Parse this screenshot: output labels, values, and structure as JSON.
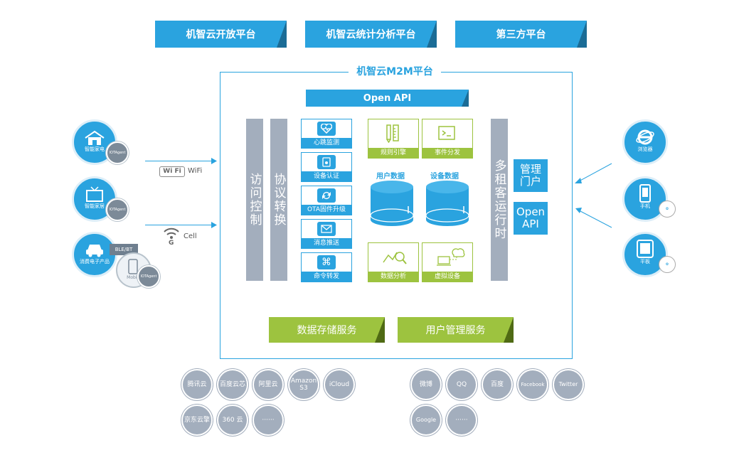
{
  "top_platforms": [
    "机智云开放平台",
    "机智云统计分析平台",
    "第三方平台"
  ],
  "main_title": "机智云M2M平台",
  "open_api_label": "Open API",
  "columns": {
    "access_control": "访问控制",
    "protocol_convert": "协议转换",
    "multi_tenant": "多租客运行时"
  },
  "services": [
    "心跳监测",
    "设备认证",
    "OTA固件升级",
    "消息推送",
    "命令转发"
  ],
  "green_services_top": [
    "规则引擎",
    "事件分发"
  ],
  "green_services_bottom": [
    "数据分析",
    "虚拟设备"
  ],
  "databases": [
    "用户数据",
    "设备数据"
  ],
  "bottom_bars": [
    "数据存储服务",
    "用户管理服务"
  ],
  "right_panel": {
    "portal": "管理门户",
    "api": "Open API"
  },
  "left_devices": [
    {
      "label": "智能家电",
      "agent": "IOTAgent"
    },
    {
      "label": "智能家居",
      "agent": "IOTAgent"
    },
    {
      "label": "消费电子产品",
      "agent": "IOTAgent",
      "extra": "BLE/BT",
      "mobile": "Mobile"
    }
  ],
  "connections": {
    "wifi": "WiFi",
    "wifi_logo": "Wi Fi",
    "cell": "Cell",
    "cell_g": "G"
  },
  "right_devices": [
    {
      "label": "浏览器"
    },
    {
      "label": "手机"
    },
    {
      "label": "平板"
    }
  ],
  "cloud_providers": [
    "腾讯云",
    "百度云芯",
    "阿里云",
    "Amazon S3",
    "iCloud",
    "京东云擎",
    "360 云",
    "······"
  ],
  "social_providers": [
    "微博",
    "QQ",
    "百度",
    "Facebook",
    "Twitter",
    "Google",
    "······"
  ]
}
